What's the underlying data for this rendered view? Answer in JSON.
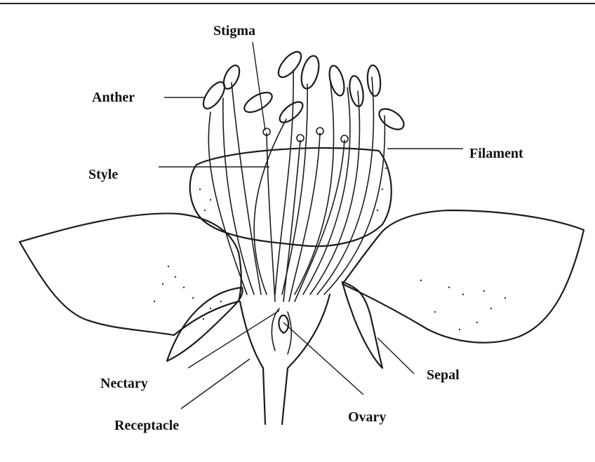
{
  "labels": {
    "stigma": "Stigma",
    "anther": "Anther",
    "filament": "Filament",
    "style": "Style",
    "nectary": "Nectary",
    "sepal": "Sepal",
    "receptacle": "Receptacle",
    "ovary": "Ovary"
  },
  "colors": {
    "ink": "#1b1b1b",
    "background": "#ffffff"
  }
}
